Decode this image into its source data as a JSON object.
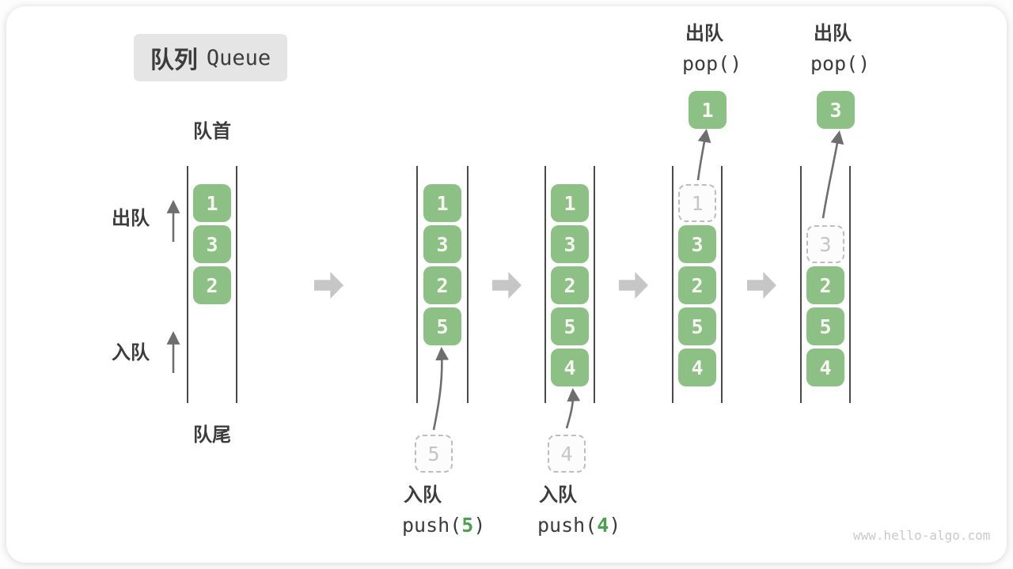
{
  "title": {
    "zh": "队列",
    "en": "Queue"
  },
  "labels": {
    "front": "队首",
    "rear": "队尾",
    "dequeue": "出队",
    "enqueue": "入队"
  },
  "colors": {
    "box_green": "#8CC084",
    "code_green": "#4AA14F",
    "text_dark": "#3C3C3C",
    "line_gray": "#4A4A4A",
    "arrow_gray": "#6E6E6E",
    "block_arrow_gray": "#C6C6C6",
    "ghost_border": "#BDBDBD",
    "ghost_text": "#C5C5C5",
    "title_bg": "#E5E5E5",
    "watermark_gray": "#C9C9C9"
  },
  "states": {
    "s1": {
      "cells": [
        "1",
        "3",
        "2"
      ]
    },
    "s2": {
      "cells": [
        "1",
        "3",
        "2",
        "5"
      ],
      "incoming": "5",
      "op_label": "入队",
      "op_fn": "push(",
      "op_arg": "5",
      "op_close": ")"
    },
    "s3": {
      "cells": [
        "1",
        "3",
        "2",
        "5",
        "4"
      ],
      "incoming": "4",
      "op_label": "入队",
      "op_fn": "push(",
      "op_arg": "4",
      "op_close": ")"
    },
    "s4": {
      "ghost": "1",
      "cells": [
        "3",
        "2",
        "5",
        "4"
      ],
      "popped": "1",
      "op_label": "出队",
      "op_fn": "pop()"
    },
    "s5": {
      "ghost": "3",
      "cells": [
        "2",
        "5",
        "4"
      ],
      "popped": "3",
      "op_label": "出队",
      "op_fn": "pop()"
    }
  },
  "watermark": {
    "text": "www.hello-algo.com"
  }
}
